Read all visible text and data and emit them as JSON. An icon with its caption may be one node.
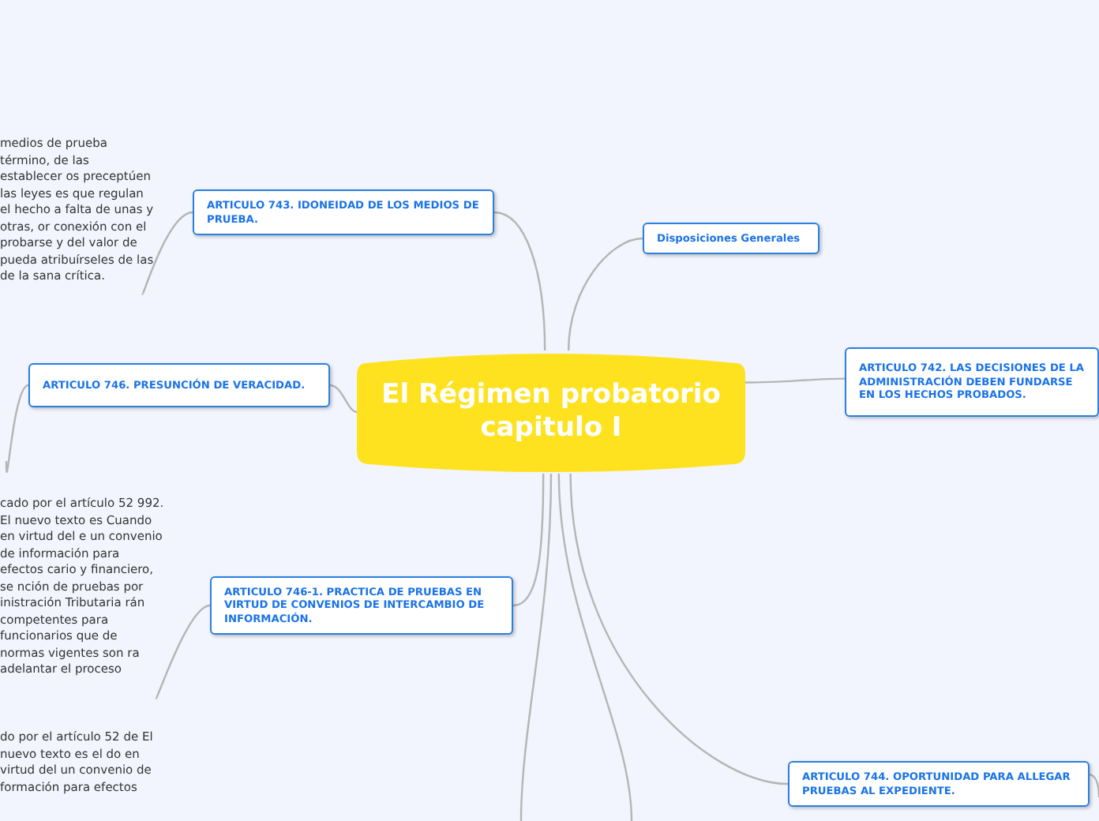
{
  "diagram": {
    "nodes": [
      {
        "text": [
          "El Régimen probatorio capitulo I"
        ]
      },
      {
        "text": [
          "Disposiciones Generales"
        ]
      },
      {
        "text": [
          "ARTICULO 742. LAS DECISIONES DE LA ADMINISTRACIÓN DEBEN FUNDARSE EN LOS HECHOS PROBADOS."
        ]
      },
      {
        "text": [
          "ARTICULO 743. IDONEIDAD DE LOS MEDIOS DE PRUEBA."
        ]
      },
      {
        "text": [
          "medios de prueba término, de las establecer os preceptúen las leyes es que regulan el hecho a falta de unas y otras, or conexión con el probarse y del valor de pueda atribuírseles de las de la sana crítica."
        ]
      },
      {
        "text": [
          "ARTICULO 746. PRESUNCIÓN DE VERACIDAD."
        ]
      },
      {
        "text": [
          "ARTICULO 746-1. PRACTICA DE PRUEBAS EN VIRTUD DE CONVENIOS DE INTERCAMBIO DE INFORMACIÓN."
        ]
      },
      {
        "text": [
          "cado por el artículo 52 992. El nuevo texto es Cuando en virtud del e un convenio de información para efectos cario y financiero, se nción de pruebas por inistración Tributaria rán competentes para funcionarios que de normas vigentes son ra adelantar el proceso"
        ]
      },
      {
        "text": [
          "do por el artículo 52 de El nuevo texto es el do en virtud del un convenio de formación para efectos"
        ]
      },
      {
        "text": [
          "ARTICULO 744. OPORTUNIDAD PARA ALLEGAR PRUEBAS AL EXPEDIENTE."
        ]
      }
    ],
    "edges": [
      {
        "from": 0,
        "to": 1,
        "arrow": "none"
      },
      {
        "from": 0,
        "to": 2,
        "arrow": "none"
      },
      {
        "from": 0,
        "to": 3,
        "arrow": "none"
      },
      {
        "from": 3,
        "to": 4,
        "arrow": "none"
      },
      {
        "from": 0,
        "to": 5,
        "arrow": "none"
      },
      {
        "from": 5,
        "to": null,
        "arrow": "none"
      },
      {
        "from": 0,
        "to": 6,
        "arrow": "none"
      },
      {
        "from": 6,
        "to": 7,
        "arrow": "none"
      },
      {
        "from": 0,
        "to": 9,
        "arrow": "none"
      },
      {
        "from": 9,
        "to": null,
        "arrow": "none"
      },
      {
        "from": 0,
        "to": null,
        "arrow": "none"
      },
      {
        "from": 0,
        "to": null,
        "arrow": "none"
      }
    ]
  }
}
